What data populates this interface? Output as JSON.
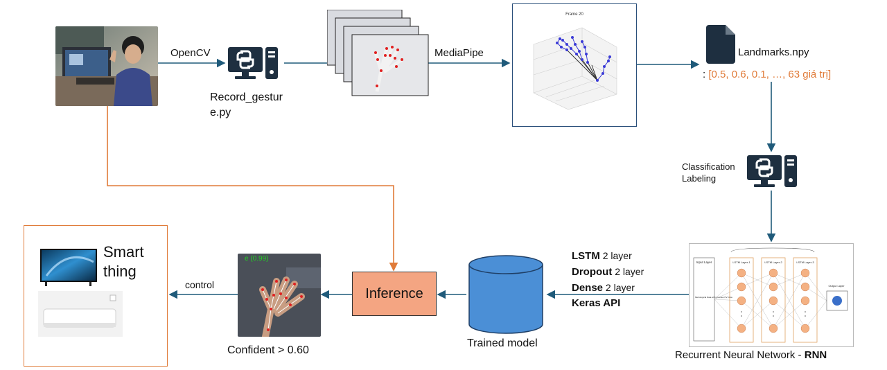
{
  "colors": {
    "arrow_blue": "#1f5a7a",
    "arrow_orange": "#e07b39",
    "inference_fill": "#f4a582",
    "cylinder_fill": "#4b8fd6",
    "array_text": "#e07b39",
    "icon_dark": "#1e2f40"
  },
  "labels": {
    "opencv": "OpenCV",
    "mediapipe": "MediaPipe",
    "record_line1": "Record_gestur",
    "record_line2": "e.py",
    "landmarks_file": "Landmarks.npy",
    "landmarks_prefix": ": ",
    "landmarks_array": "[0.5, 0.6, 0.1, …, 63 giá trị]",
    "classification_line1": "Classification",
    "classification_line2": "Labeling",
    "inference": "Inference",
    "trained_model": "Trained model",
    "confident": "Confident > 0.60",
    "control": "control",
    "smart_line1": "Smart",
    "smart_line2": "thing",
    "rnn_caption_prefix": "Recurrent Neural Network - ",
    "rnn_caption_bold": "RNN",
    "hand_overlay_score": "e (0.99)",
    "plot_title": "Frame 20"
  },
  "model_layers": [
    {
      "bold": "LSTM",
      "rest": " 2 layer"
    },
    {
      "bold": "Dropout",
      "rest": " 2 layer"
    },
    {
      "bold": "Dense",
      "rest": " 2 layer"
    },
    {
      "bold": "Keras API",
      "rest": ""
    }
  ],
  "rnn_diagram": {
    "input_layer": "Input Layer",
    "input_desc": "Metrological Data with previous PV Data",
    "lstm_layers": [
      "LSTM Layer-1",
      "LSTM Layer-2",
      "LSTM Layer-3"
    ],
    "output_layer": "Output Layer"
  },
  "icons": [
    "python-computer-icon",
    "file-icon",
    "tv-image",
    "air-conditioner-image"
  ]
}
